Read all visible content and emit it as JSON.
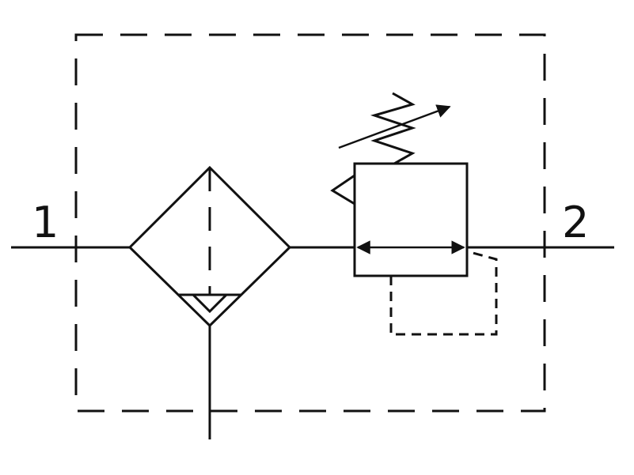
{
  "diagram": {
    "type": "pneumatic-symbol",
    "components": [
      "filter-with-manual-drain",
      "pressure-regulator-adjustable-spring"
    ],
    "ports": {
      "inlet": "1",
      "outlet": "2"
    },
    "colors": {
      "stroke": "#111111",
      "background": "#ffffff"
    }
  }
}
